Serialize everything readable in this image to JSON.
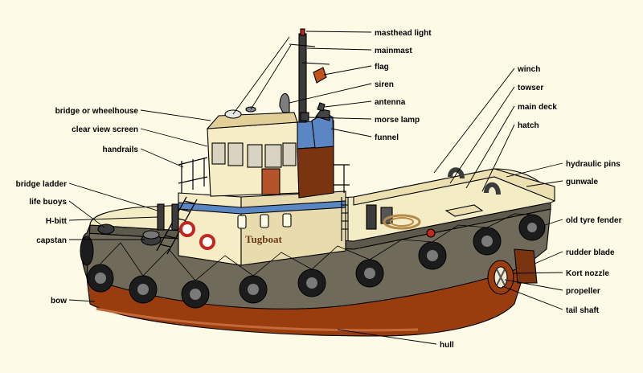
{
  "boat_name": "Tugboat",
  "labels": {
    "masthead_light": "masthead light",
    "mainmast": "mainmast",
    "flag": "flag",
    "siren": "siren",
    "antenna": "antenna",
    "morse_lamp": "morse lamp",
    "funnel": "funnel",
    "bridge": "bridge or wheelhouse",
    "clear_view_screen": "clear view screen",
    "handrails": "handrails",
    "bridge_ladder": "bridge ladder",
    "life_buoys": "life buoys",
    "h_bitt": "H-bitt",
    "capstan": "capstan",
    "bow": "bow",
    "winch": "winch",
    "towser": "towser",
    "main_deck": "main deck",
    "hatch": "hatch",
    "hydraulic_pins": "hydraulic pins",
    "gunwale": "gunwale",
    "old_tyre_fender": "old tyre fender",
    "rudder_blade": "rudder blade",
    "kort_nozzle": "Kort nozzle",
    "propeller": "propeller",
    "tail_shaft": "tail shaft",
    "hull": "hull"
  },
  "colors": {
    "background": "#fdfbe6",
    "hull": "#9a3d0e",
    "hull_side": "#6f6a5a",
    "deck": "#f4ecc4",
    "cabin": "#f6ecc6",
    "cabin_shadow": "#e3cf98",
    "funnel": "#7b3410",
    "stripe": "#5a86c4",
    "tyre": "#1c1c1c",
    "flag": "#c0531a"
  }
}
